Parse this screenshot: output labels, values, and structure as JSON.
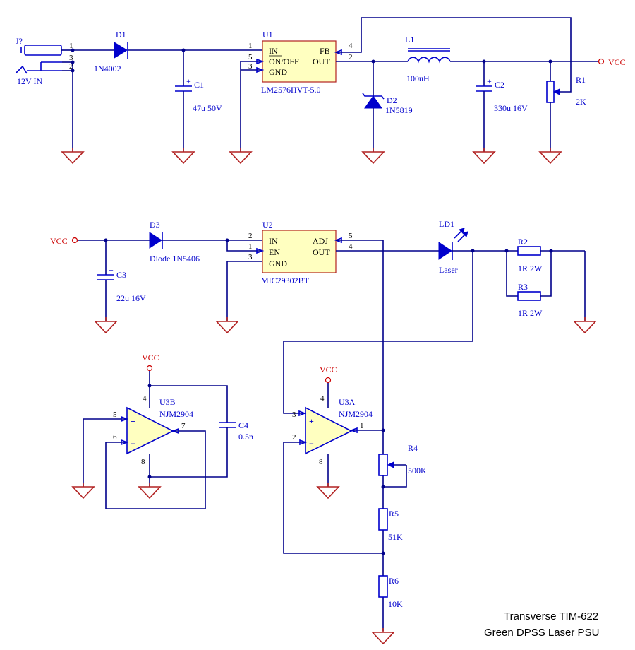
{
  "title": {
    "line1": "Transverse TIM-622",
    "line2": "Green DPSS Laser PSU"
  },
  "nets": {
    "vcc": "VCC"
  },
  "labels": {
    "j2": "J?",
    "j2_val": "12V IN",
    "d1": "D1",
    "d1_val": "1N4002",
    "c1": "C1",
    "c1_val": "47u 50V",
    "u1": "U1",
    "u1_val": "LM2576HVT-5.0",
    "u1_in": "IN",
    "u1_onoff": "ON/OFF",
    "u1_gnd": "GND",
    "u1_fb": "FB",
    "u1_out": "OUT",
    "l1": "L1",
    "l1_val": "100uH",
    "d2": "D2",
    "d2_val": "1N5819",
    "c2": "C2",
    "c2_val": "330u 16V",
    "r1": "R1",
    "r1_val": "2K",
    "d3": "D3",
    "d3_val": "Diode 1N5406",
    "c3": "C3",
    "c3_val": "22u 16V",
    "u2": "U2",
    "u2_val": "MIC29302BT",
    "u2_in": "IN",
    "u2_en": "EN",
    "u2_gnd": "GND",
    "u2_adj": "ADJ",
    "u2_out": "OUT",
    "ld1": "LD1",
    "ld1_val": "Laser",
    "r2": "R2",
    "r2_val": "1R 2W",
    "r3": "R3",
    "r3_val": "1R 2W",
    "u3b": "U3B",
    "u3b_val": "NJM2904",
    "c4": "C4",
    "c4_val": "0.5n",
    "u3a": "U3A",
    "u3a_val": "NJM2904",
    "r4": "R4",
    "r4_val": "500K",
    "r5": "R5",
    "r5_val": "51K",
    "r6": "R6",
    "r6_val": "10K"
  },
  "pins": {
    "j1": "1",
    "j3": "3",
    "j2": "2",
    "u1_1": "1",
    "u1_5": "5",
    "u1_3": "3",
    "u1_4": "4",
    "u1_2": "2",
    "u2_2": "2",
    "u2_1": "1",
    "u2_3": "3",
    "u2_5": "5",
    "u2_4": "4",
    "u3b_4": "4",
    "u3b_5": "5",
    "u3b_6": "6",
    "u3b_7": "7",
    "u3b_8": "8",
    "u3a_4": "4",
    "u3a_3": "3",
    "u3a_2": "2",
    "u3a_1": "1",
    "u3a_8": "8"
  },
  "opamp_signs": {
    "plus": "+",
    "minus": "−"
  }
}
